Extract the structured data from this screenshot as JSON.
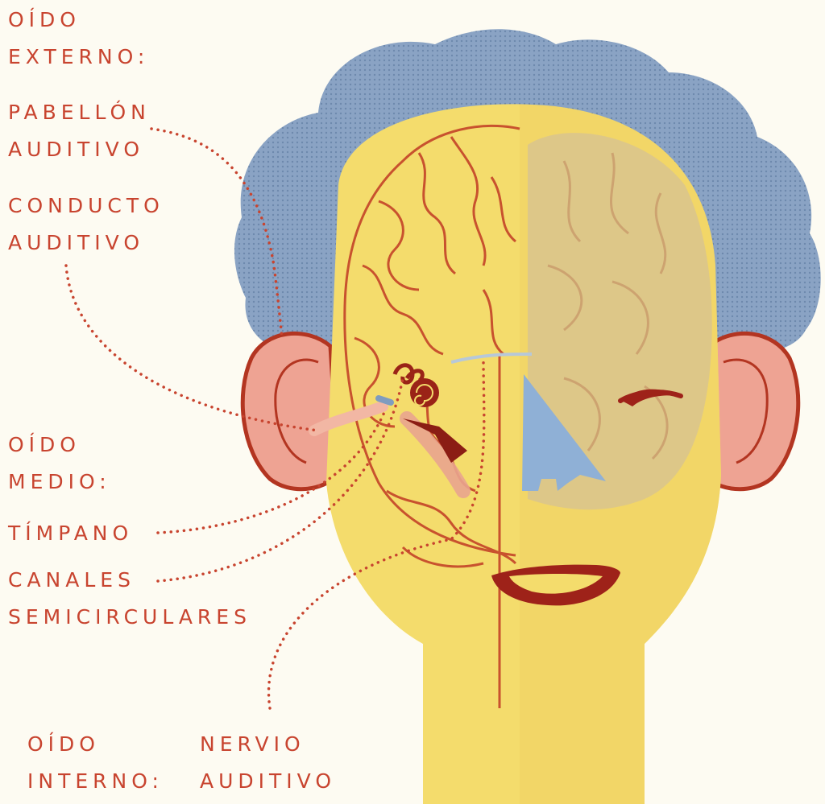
{
  "colors": {
    "label": "#c8442f",
    "face": "#f4dc6c",
    "hair": "#7f9cbf",
    "ear": "#e89a8a",
    "brain_line": "#c8522e",
    "shaded_brain": "#d9c48e",
    "mouth": "#9e2219",
    "background": "#fdfbf2"
  },
  "labels": {
    "outer_ear_heading": [
      "OÍDO",
      "EXTERNO:"
    ],
    "pinna": [
      "PABELLÓN",
      "AUDITIVO"
    ],
    "ear_canal": [
      "CONDUCTO",
      "AUDITIVO"
    ],
    "middle_ear_heading": [
      "OÍDO",
      "MEDIO:"
    ],
    "eardrum": "TÍMPANO",
    "semicircular_canals": [
      "CANALES",
      "SEMICIRCULARES"
    ],
    "inner_ear_heading": [
      "OÍDO",
      "INTERNO:"
    ],
    "auditory_nerve": [
      "NERVIO",
      "AUDITIVO"
    ]
  },
  "icons": [
    "brain-icon",
    "cochlea-icon",
    "ear-icon",
    "closed-eye-icon",
    "mouth-icon"
  ]
}
